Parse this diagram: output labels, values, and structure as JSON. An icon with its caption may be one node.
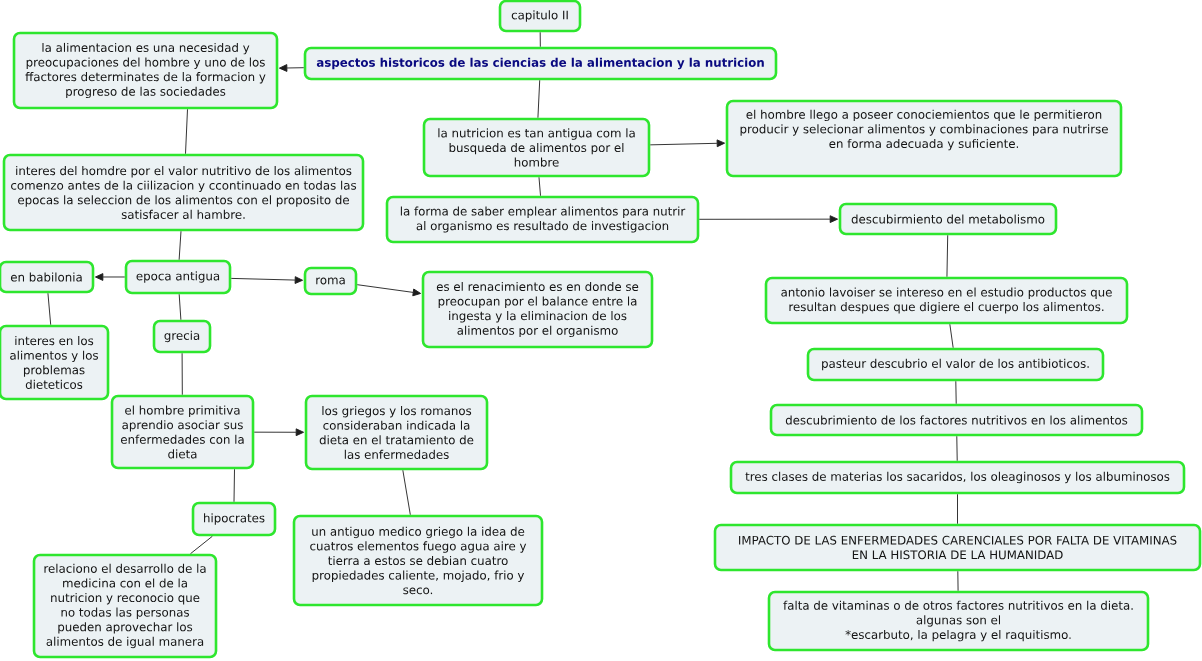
{
  "diagram": {
    "nodes": [
      {
        "text": [
          "capitulo II"
        ]
      },
      {
        "text": [
          "la alimentacion es una necesidad y preocupaciones del hombre y uno de los ffactores determinates de la formacion y progreso de las sociedades"
        ]
      },
      {
        "text": [
          "aspectos historicos de las ciencias de la alimentacion y la nutricion"
        ]
      },
      {
        "text": [
          "el hombre llego a poseer conociemientos que le permitieron producir y selecionar alimentos y combinaciones para nutrirse en forma adecuada y suficiente."
        ]
      },
      {
        "text": [
          "la nutricion es tan antigua com la busqueda de alimentos por el hombre"
        ]
      },
      {
        "text": [
          "interes del homdre por el valor nutritivo de los alimentos comenzo antes de la ciilizacion y ccontinuado en todas las epocas la seleccion de los alimentos con el proposito de satisfacer al hambre."
        ]
      },
      {
        "text": [
          "la forma de saber emplear alimentos para nutrir al organismo es resultado de investigacion"
        ]
      },
      {
        "text": [
          "descubirmiento del metabolismo"
        ]
      },
      {
        "text": [
          "en babilonia"
        ]
      },
      {
        "text": [
          "epoca antigua"
        ]
      },
      {
        "text": [
          "roma"
        ]
      },
      {
        "text": [
          "es el renacimiento es en donde se preocupan por el balance entre la ingesta y la eliminacion de los alimentos por el organismo"
        ]
      },
      {
        "text": [
          "antonio lavoiser se intereso en el estudio productos que resultan despues que digiere el cuerpo los alimentos."
        ]
      },
      {
        "text": [
          "grecia"
        ]
      },
      {
        "text": [
          "interes en los alimentos y los problemas dieteticos"
        ]
      },
      {
        "text": [
          "pasteur descubrio el valor de los antibioticos."
        ]
      },
      {
        "text": [
          "el hombre primitiva aprendio asociar sus enfermedades con la dieta"
        ]
      },
      {
        "text": [
          "los griegos y los romanos consideraban indicada la dieta en el tratamiento de las enfermedades"
        ]
      },
      {
        "text": [
          "descubrimiento de los factores nutritivos en los alimentos"
        ]
      },
      {
        "text": [
          "tres clases de materias los sacaridos, los oleaginosos y los albuminosos"
        ]
      },
      {
        "text": [
          "hipocrates"
        ]
      },
      {
        "text": [
          "un antiguo medico griego la idea de cuatros elementos fuego agua aire y tierra a estos se debian cuatro propiedades caliente, mojado, frio y seco."
        ]
      },
      {
        "text": [
          "IMPACTO DE LAS ENFERMEDADES CARENCIALES POR FALTA DE VITAMINAS EN LA HISTORIA DE LA HUMANIDAD"
        ]
      },
      {
        "text": [
          "relaciono el desarrollo de la medicina con el de la nutricion y reconocio que no todas las personas pueden aprovechar los alimentos de igual manera"
        ]
      },
      {
        "text": [
          "falta de vitaminas o de otros factores nutritivos en la dieta. algunas son el",
          "*escarbuto, la pelagra y el raquitismo."
        ]
      }
    ],
    "edges": [
      {
        "from": 0,
        "to": 2,
        "arrow": "none"
      },
      {
        "from": 2,
        "to": 1,
        "arrow": "to"
      },
      {
        "from": 2,
        "to": 4,
        "arrow": "none"
      },
      {
        "from": 4,
        "to": 3,
        "arrow": "to"
      },
      {
        "from": 4,
        "to": 6,
        "arrow": "none"
      },
      {
        "from": 6,
        "to": 7,
        "arrow": "to"
      },
      {
        "from": 1,
        "to": 5,
        "arrow": "none"
      },
      {
        "from": 5,
        "to": 9,
        "arrow": "none"
      },
      {
        "from": 9,
        "to": 8,
        "arrow": "to"
      },
      {
        "from": 9,
        "to": 10,
        "arrow": "to"
      },
      {
        "from": 10,
        "to": 11,
        "arrow": "to"
      },
      {
        "from": 8,
        "to": 14,
        "arrow": "none"
      },
      {
        "from": 9,
        "to": 13,
        "arrow": "none"
      },
      {
        "from": 13,
        "to": 16,
        "arrow": "none"
      },
      {
        "from": 16,
        "to": 17,
        "arrow": "to"
      },
      {
        "from": 16,
        "to": 20,
        "arrow": "none"
      },
      {
        "from": 17,
        "to": 21,
        "arrow": "none"
      },
      {
        "from": 20,
        "to": 23,
        "arrow": "none"
      },
      {
        "from": 7,
        "to": 12,
        "arrow": "none"
      },
      {
        "from": 12,
        "to": 15,
        "arrow": "none"
      },
      {
        "from": 15,
        "to": 18,
        "arrow": "none"
      },
      {
        "from": 18,
        "to": 19,
        "arrow": "none"
      },
      {
        "from": 19,
        "to": 22,
        "arrow": "none"
      },
      {
        "from": 22,
        "to": 24,
        "arrow": "none"
      }
    ]
  }
}
